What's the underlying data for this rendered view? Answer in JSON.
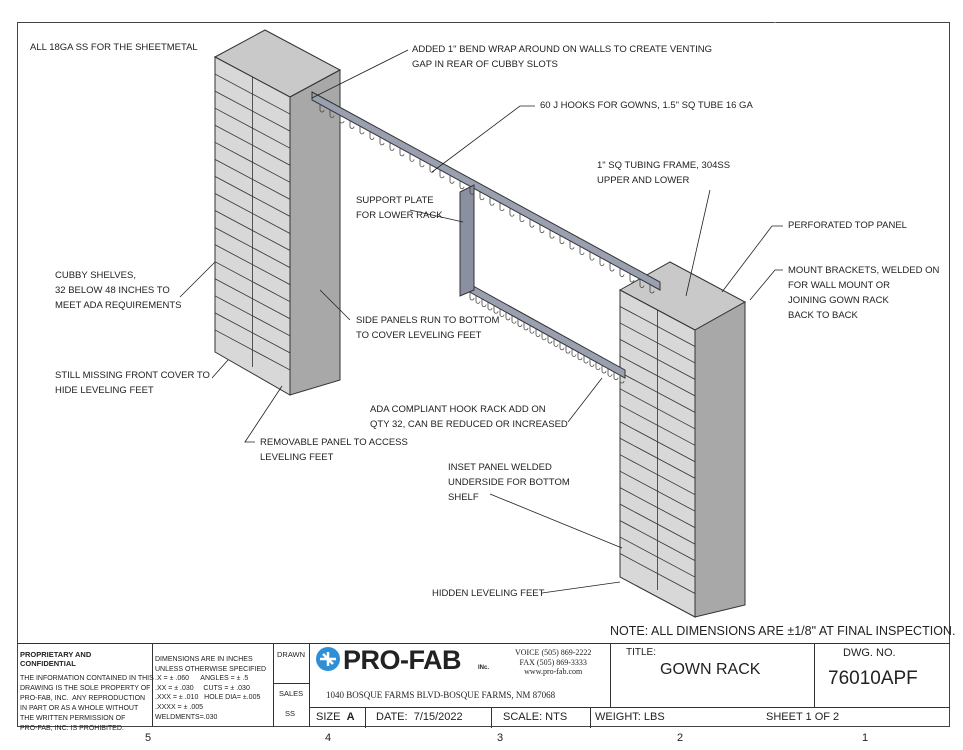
{
  "annotations": {
    "sheetmetal": "ALL 18GA SS FOR THE SHEETMETAL",
    "bend_wrap": "ADDED 1\" BEND WRAP AROUND ON WALLS TO CREATE VENTING\nGAP IN REAR OF CUBBY SLOTS",
    "j_hooks": "60 J HOOKS FOR GOWNS, 1.5\" SQ TUBE 16 GA",
    "tubing_frame": "1\" SQ TUBING FRAME, 304SS\nUPPER AND LOWER",
    "support_plate": "SUPPORT PLATE\nFOR LOWER RACK",
    "perforated_top": "PERFORATED TOP PANEL",
    "mount_brackets": "MOUNT BRACKETS, WELDED ON\nFOR WALL MOUNT OR\nJOINING GOWN RACK\nBACK TO BACK",
    "cubby_shelves": "CUBBY SHELVES,\n32 BELOW 48 INCHES TO\nMEET ADA REQUIREMENTS",
    "side_panels": "SIDE PANELS RUN TO BOTTOM\nTO COVER LEVELING FEET",
    "front_cover": "STILL MISSING FRONT COVER TO\nHIDE LEVELING FEET",
    "ada_hook_rack": "ADA COMPLIANT HOOK RACK ADD ON\nQTY 32, CAN BE REDUCED OR INCREASED",
    "removable_panel": "REMOVABLE PANEL TO ACCESS\nLEVELING FEET",
    "inset_panel": "INSET PANEL WELDED\nUNDERSIDE FOR BOTTOM\nSHELF",
    "hidden_feet": "HIDDEN LEVELING FEET"
  },
  "note": "NOTE: ALL DIMENSIONS ARE ±1/8\" AT FINAL INSPECTION.",
  "title_block": {
    "proprietary_heading": "PROPRIETARY AND CONFIDENTIAL",
    "proprietary_text": "THE INFORMATION CONTAINED IN THIS\nDRAWING IS THE SOLE PROPERTY OF\nPRO-FAB, INC.  ANY REPRODUCTION\nIN PART OR AS A WHOLE WITHOUT\nTHE WRITTEN PERMISSION OF\nPRO-FAB, INC. IS PROHIBITED.",
    "tolerances": "DIMENSIONS ARE IN INCHES\nUNLESS OTHERWISE SPECIFIED\n.X = ± .060      ANGLES = ± .5\n.XX = ± .030     CUTS = ± .030\n.XXX = ± .010   HOLE DIA= ±.005\n.XXXX = ± .005\nWELDMENTS=.030",
    "drawn_label": "DRAWN",
    "sales_label": "SALES",
    "sales_value": "SS",
    "company_logo": "PRO-FAB",
    "company_inc": "INc.",
    "contact": "VOICE (505) 869-2222\nFAX (505) 869-3333\nwww.pro-fab.com",
    "address": "1040 BOSQUE FARMS BLVD-BOSQUE FARMS, NM 87068",
    "title_label": "TITLE:",
    "title": "GOWN RACK",
    "dwg_label": "DWG.  NO.",
    "dwg_no": "76010APF",
    "size_label": "SIZE",
    "size": "A",
    "date_label": "DATE:",
    "date": "7/15/2022",
    "scale": "SCALE: NTS",
    "weight": "WEIGHT:  LBS",
    "sheet": "SHEET 1 OF 2"
  },
  "zones": [
    "5",
    "4",
    "3",
    "2",
    "1"
  ]
}
